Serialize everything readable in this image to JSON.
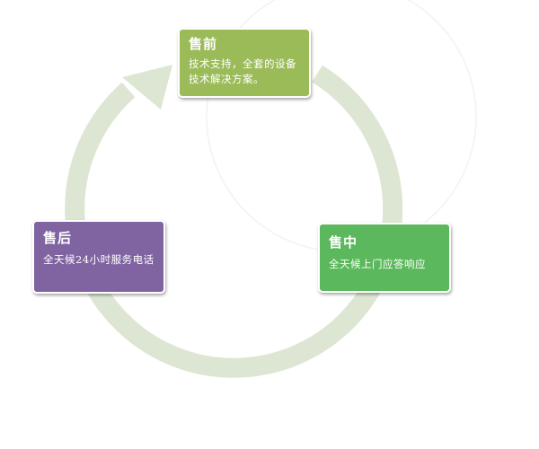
{
  "colors": {
    "ring": "#dde6d2",
    "ghost_circle": "#f2f2f2",
    "presale": "#9bbb59",
    "sale": "#5cb85c",
    "aftersale": "#8064a2",
    "card_text": "#ffffff"
  },
  "cycle": {
    "direction": "clockwise",
    "arrow_head": "arrow-icon"
  },
  "stages": {
    "presale": {
      "title": "售前",
      "desc_line1": "技术支持，全套的设备",
      "desc_line2": "技术解决方案。"
    },
    "sale": {
      "title": "售中",
      "desc": "全天候上门应答响应"
    },
    "aftersale": {
      "title": "售后",
      "desc": "全天候24小时服务电话"
    }
  }
}
